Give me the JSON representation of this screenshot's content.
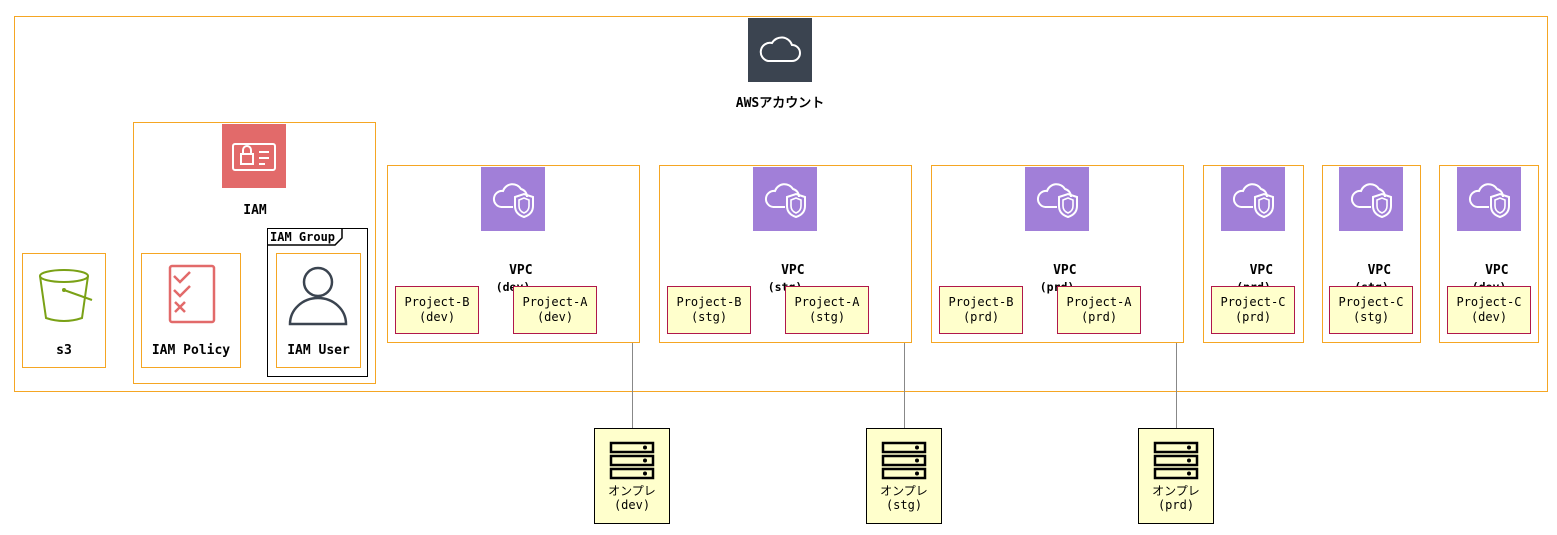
{
  "account": {
    "label": "AWSアカウント",
    "icon": "aws-cloud-icon"
  },
  "s3": {
    "label": "s3",
    "icon": "s3-bucket-icon"
  },
  "iam": {
    "label": "IAM",
    "icon": "iam-identity-icon",
    "policy": {
      "label": "IAM Policy",
      "icon": "checklist-icon"
    },
    "group": {
      "label": "IAM Group",
      "user": {
        "label": "IAM User",
        "icon": "user-icon"
      }
    }
  },
  "vpcs": [
    {
      "label": "VPC",
      "env": "(dev)",
      "projects": [
        {
          "name": "Project-B",
          "env": "(dev)"
        },
        {
          "name": "Project-A",
          "env": "(dev)"
        }
      ]
    },
    {
      "label": "VPC",
      "env": "(stg)",
      "projects": [
        {
          "name": "Project-B",
          "env": "(stg)"
        },
        {
          "name": "Project-A",
          "env": "(stg)"
        }
      ]
    },
    {
      "label": "VPC",
      "env": "(prd)",
      "projects": [
        {
          "name": "Project-B",
          "env": "(prd)"
        },
        {
          "name": "Project-A",
          "env": "(prd)"
        }
      ]
    },
    {
      "label": "VPC",
      "env": "(prd)",
      "projects": [
        {
          "name": "Project-C",
          "env": "(prd)"
        }
      ]
    },
    {
      "label": "VPC",
      "env": "(stg)",
      "projects": [
        {
          "name": "Project-C",
          "env": "(stg)"
        }
      ]
    },
    {
      "label": "VPC",
      "env": "(dev)",
      "projects": [
        {
          "name": "Project-C",
          "env": "(dev)"
        }
      ]
    }
  ],
  "onprem": [
    {
      "label": "オンプレ",
      "env": "(dev)"
    },
    {
      "label": "オンプレ",
      "env": "(stg)"
    },
    {
      "label": "オンプレ",
      "env": "(prd)"
    }
  ],
  "colors": {
    "container": "#f5a623",
    "project_border": "#b0174a",
    "note_fill": "#ffffcc",
    "vpc_icon": "#a17fd8",
    "iam_icon": "#e26a6a",
    "aws_icon": "#3b4450",
    "s3_icon": "#7aa116"
  }
}
